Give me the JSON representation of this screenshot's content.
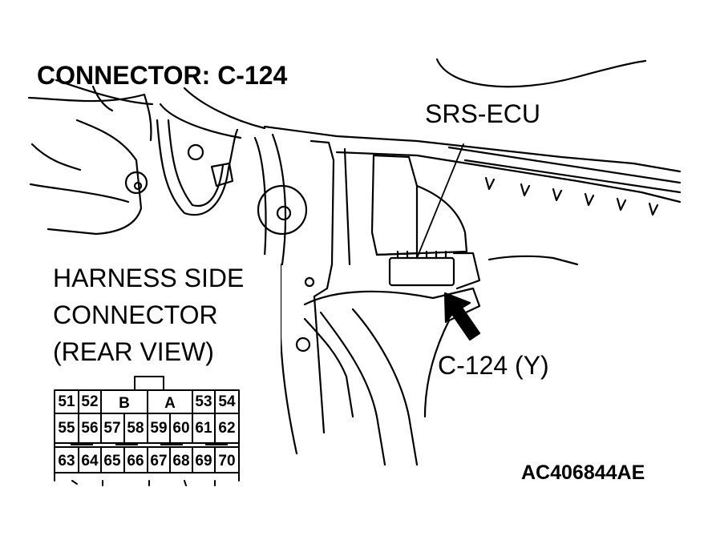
{
  "title": "CONNECTOR: C-124",
  "component_label": "SRS-ECU",
  "harness_label": {
    "line1": "HARNESS SIDE",
    "line2": "CONNECTOR",
    "line3": "(REAR VIEW)"
  },
  "callout_label": "C-124 (Y)",
  "figure_id": "AC406844AE",
  "connector_pins": {
    "row1": [
      "51",
      "52",
      "B",
      "A",
      "53",
      "54"
    ],
    "row2": [
      "55",
      "56",
      "57",
      "58",
      "59",
      "60",
      "61",
      "62"
    ],
    "row3": [
      "63",
      "64",
      "65",
      "66",
      "67",
      "68",
      "69",
      "70"
    ]
  }
}
